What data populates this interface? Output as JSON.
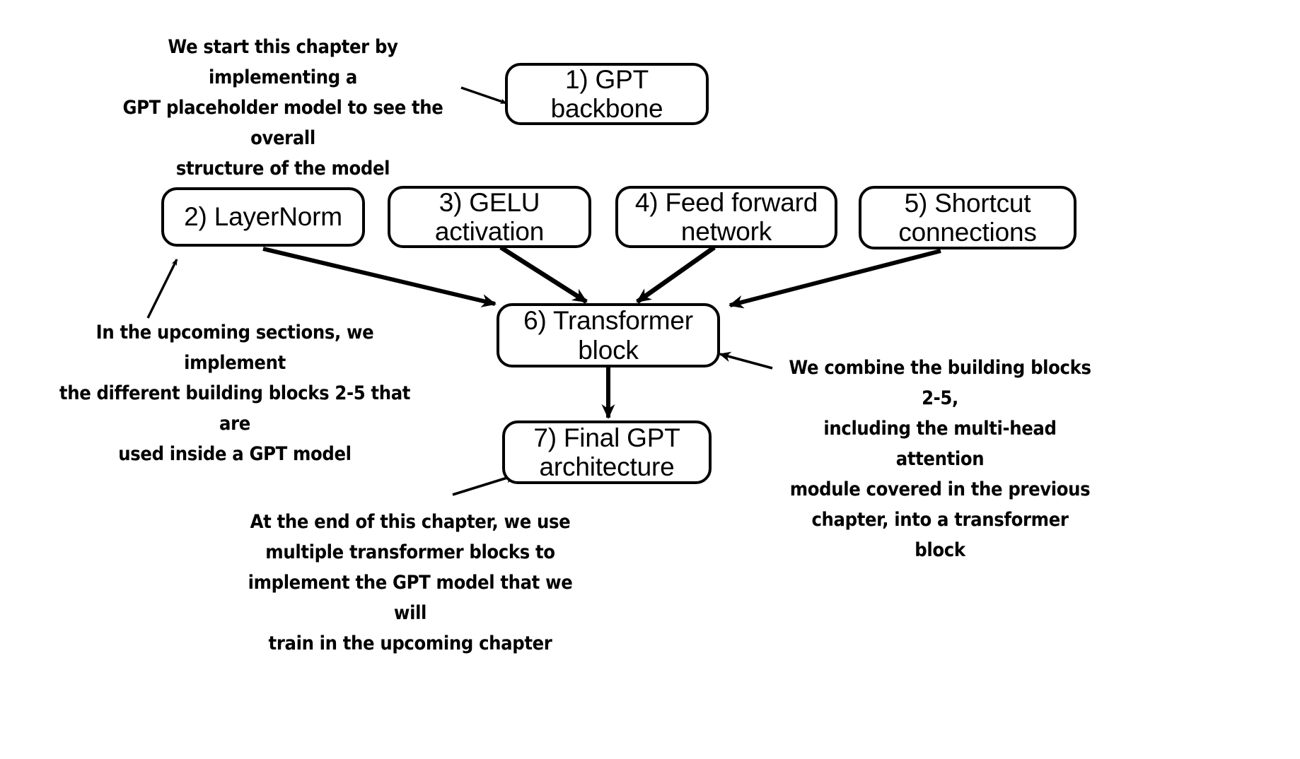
{
  "diagram": {
    "title": "GPT model chapter overview flowchart",
    "background_color": "#ffffff",
    "stroke_color": "#000000"
  },
  "nodes": [
    {
      "id": "gpt-backbone",
      "label": "1) GPT\nbackbone"
    },
    {
      "id": "layernorm",
      "label": "2) LayerNorm"
    },
    {
      "id": "gelu-activation",
      "label": "3) GELU\nactivation"
    },
    {
      "id": "feed-forward",
      "label": "4) Feed forward\nnetwork"
    },
    {
      "id": "shortcut",
      "label": "5) Shortcut\nconnections"
    },
    {
      "id": "transformer-block",
      "label": "6) Transformer\nblock"
    },
    {
      "id": "final-gpt",
      "label": "7) Final GPT\narchitecture"
    }
  ],
  "annotations": [
    {
      "id": "intro-note",
      "text": "We start this chapter by implementing a\nGPT placeholder model to see the overall\nstructure of the model"
    },
    {
      "id": "building-blocks-note",
      "text": "In the upcoming sections, we implement\nthe different building blocks 2-5 that are\nused inside a GPT model"
    },
    {
      "id": "combine-note",
      "text": "We combine the building blocks 2-5,\nincluding the multi-head attention\nmodule covered in the previous\nchapter, into a transformer block"
    },
    {
      "id": "final-note",
      "text": "At the end of this chapter, we use\nmultiple transformer blocks to\nimplement the GPT model that we will\ntrain in the upcoming chapter"
    }
  ],
  "edges": [
    {
      "from": "intro-note",
      "to": "gpt-backbone"
    },
    {
      "from": "layernorm",
      "to": "transformer-block"
    },
    {
      "from": "gelu-activation",
      "to": "transformer-block"
    },
    {
      "from": "feed-forward",
      "to": "transformer-block"
    },
    {
      "from": "shortcut",
      "to": "transformer-block"
    },
    {
      "from": "transformer-block",
      "to": "final-gpt"
    },
    {
      "from": "building-blocks-note",
      "to": "layernorm"
    },
    {
      "from": "combine-note",
      "to": "transformer-block"
    },
    {
      "from": "final-note",
      "to": "final-gpt"
    }
  ]
}
